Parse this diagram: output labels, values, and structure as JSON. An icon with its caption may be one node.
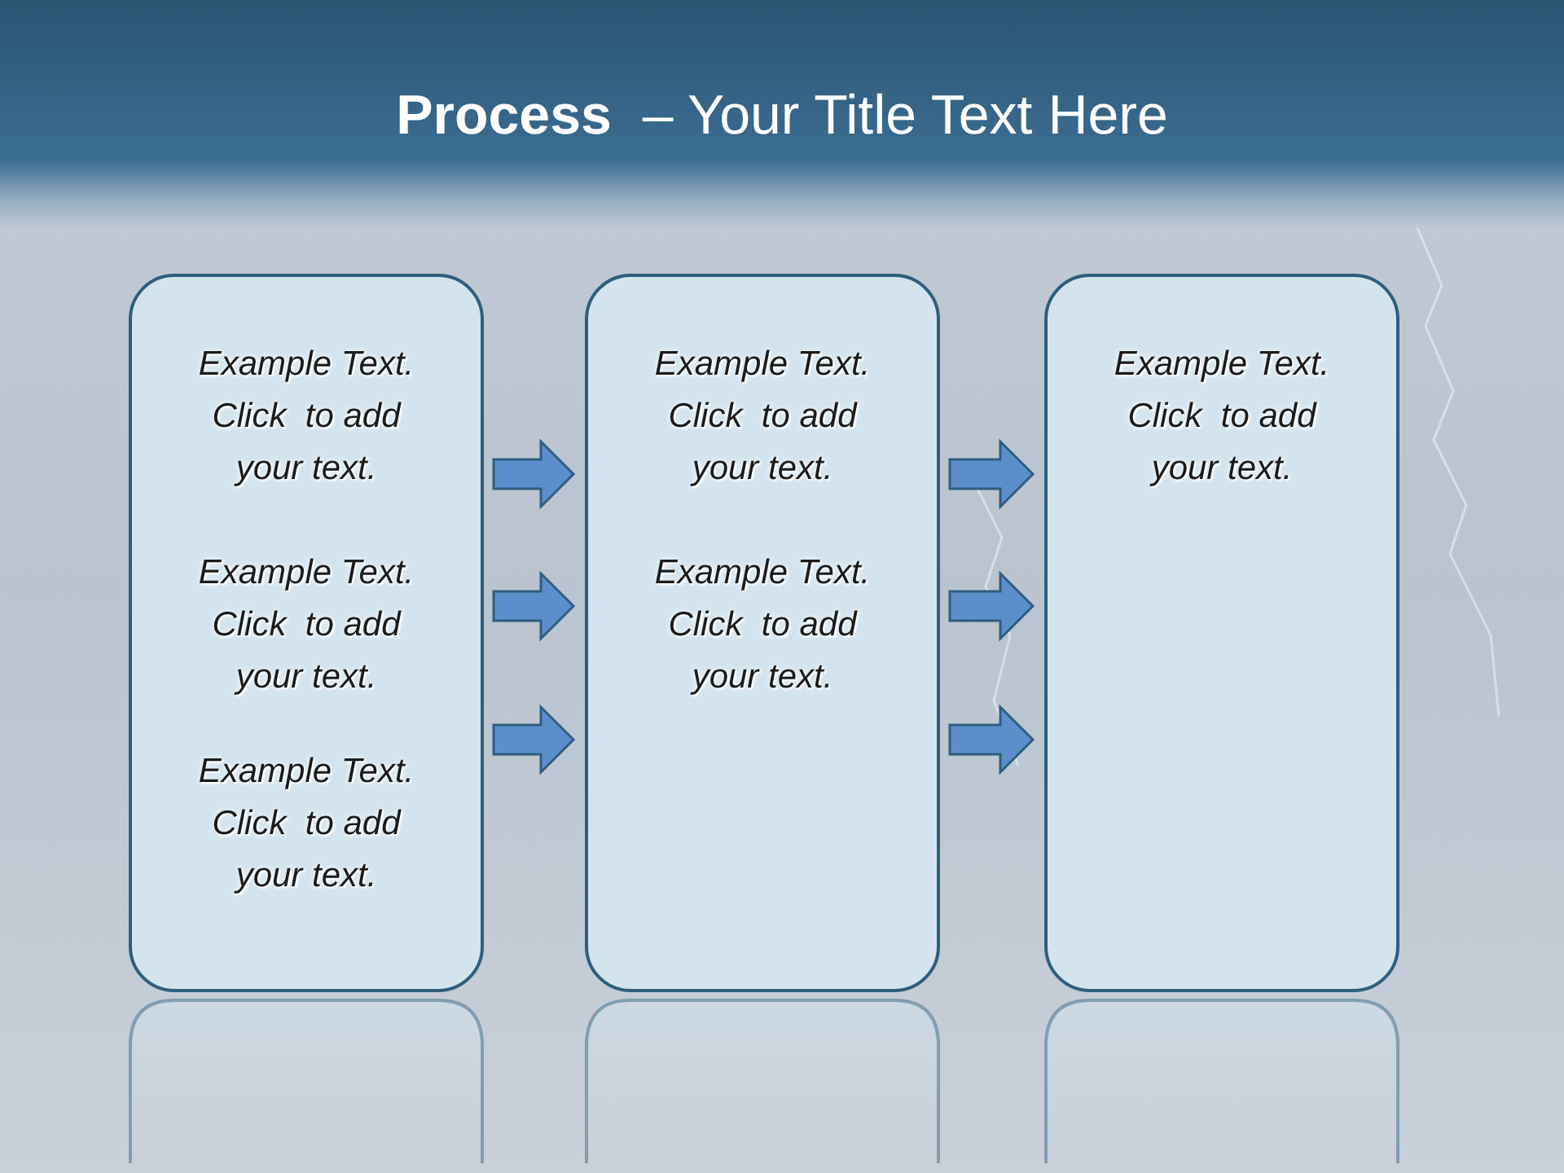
{
  "diagram": {
    "title": "**Process**  – Your Title Text Here",
    "nodes": [
      {
        "text": [
          "Example Text. Click  to add your text.",
          "Example Text. Click  to add your text.",
          "Example Text. Click  to add your text."
        ]
      },
      {
        "text": [
          "Example Text. Click  to add your text.",
          "Example Text. Click  to add your text."
        ]
      },
      {
        "text": [
          "Example Text. Click  to add your text."
        ]
      }
    ],
    "edges": [
      {
        "from": 0,
        "to": 1,
        "arrow": "to"
      },
      {
        "from": 0,
        "to": 1,
        "arrow": "to"
      },
      {
        "from": 0,
        "to": 1,
        "arrow": "to"
      },
      {
        "from": 1,
        "to": 2,
        "arrow": "to"
      },
      {
        "from": 1,
        "to": 2,
        "arrow": "to"
      },
      {
        "from": 1,
        "to": 2,
        "arrow": "to"
      }
    ]
  }
}
